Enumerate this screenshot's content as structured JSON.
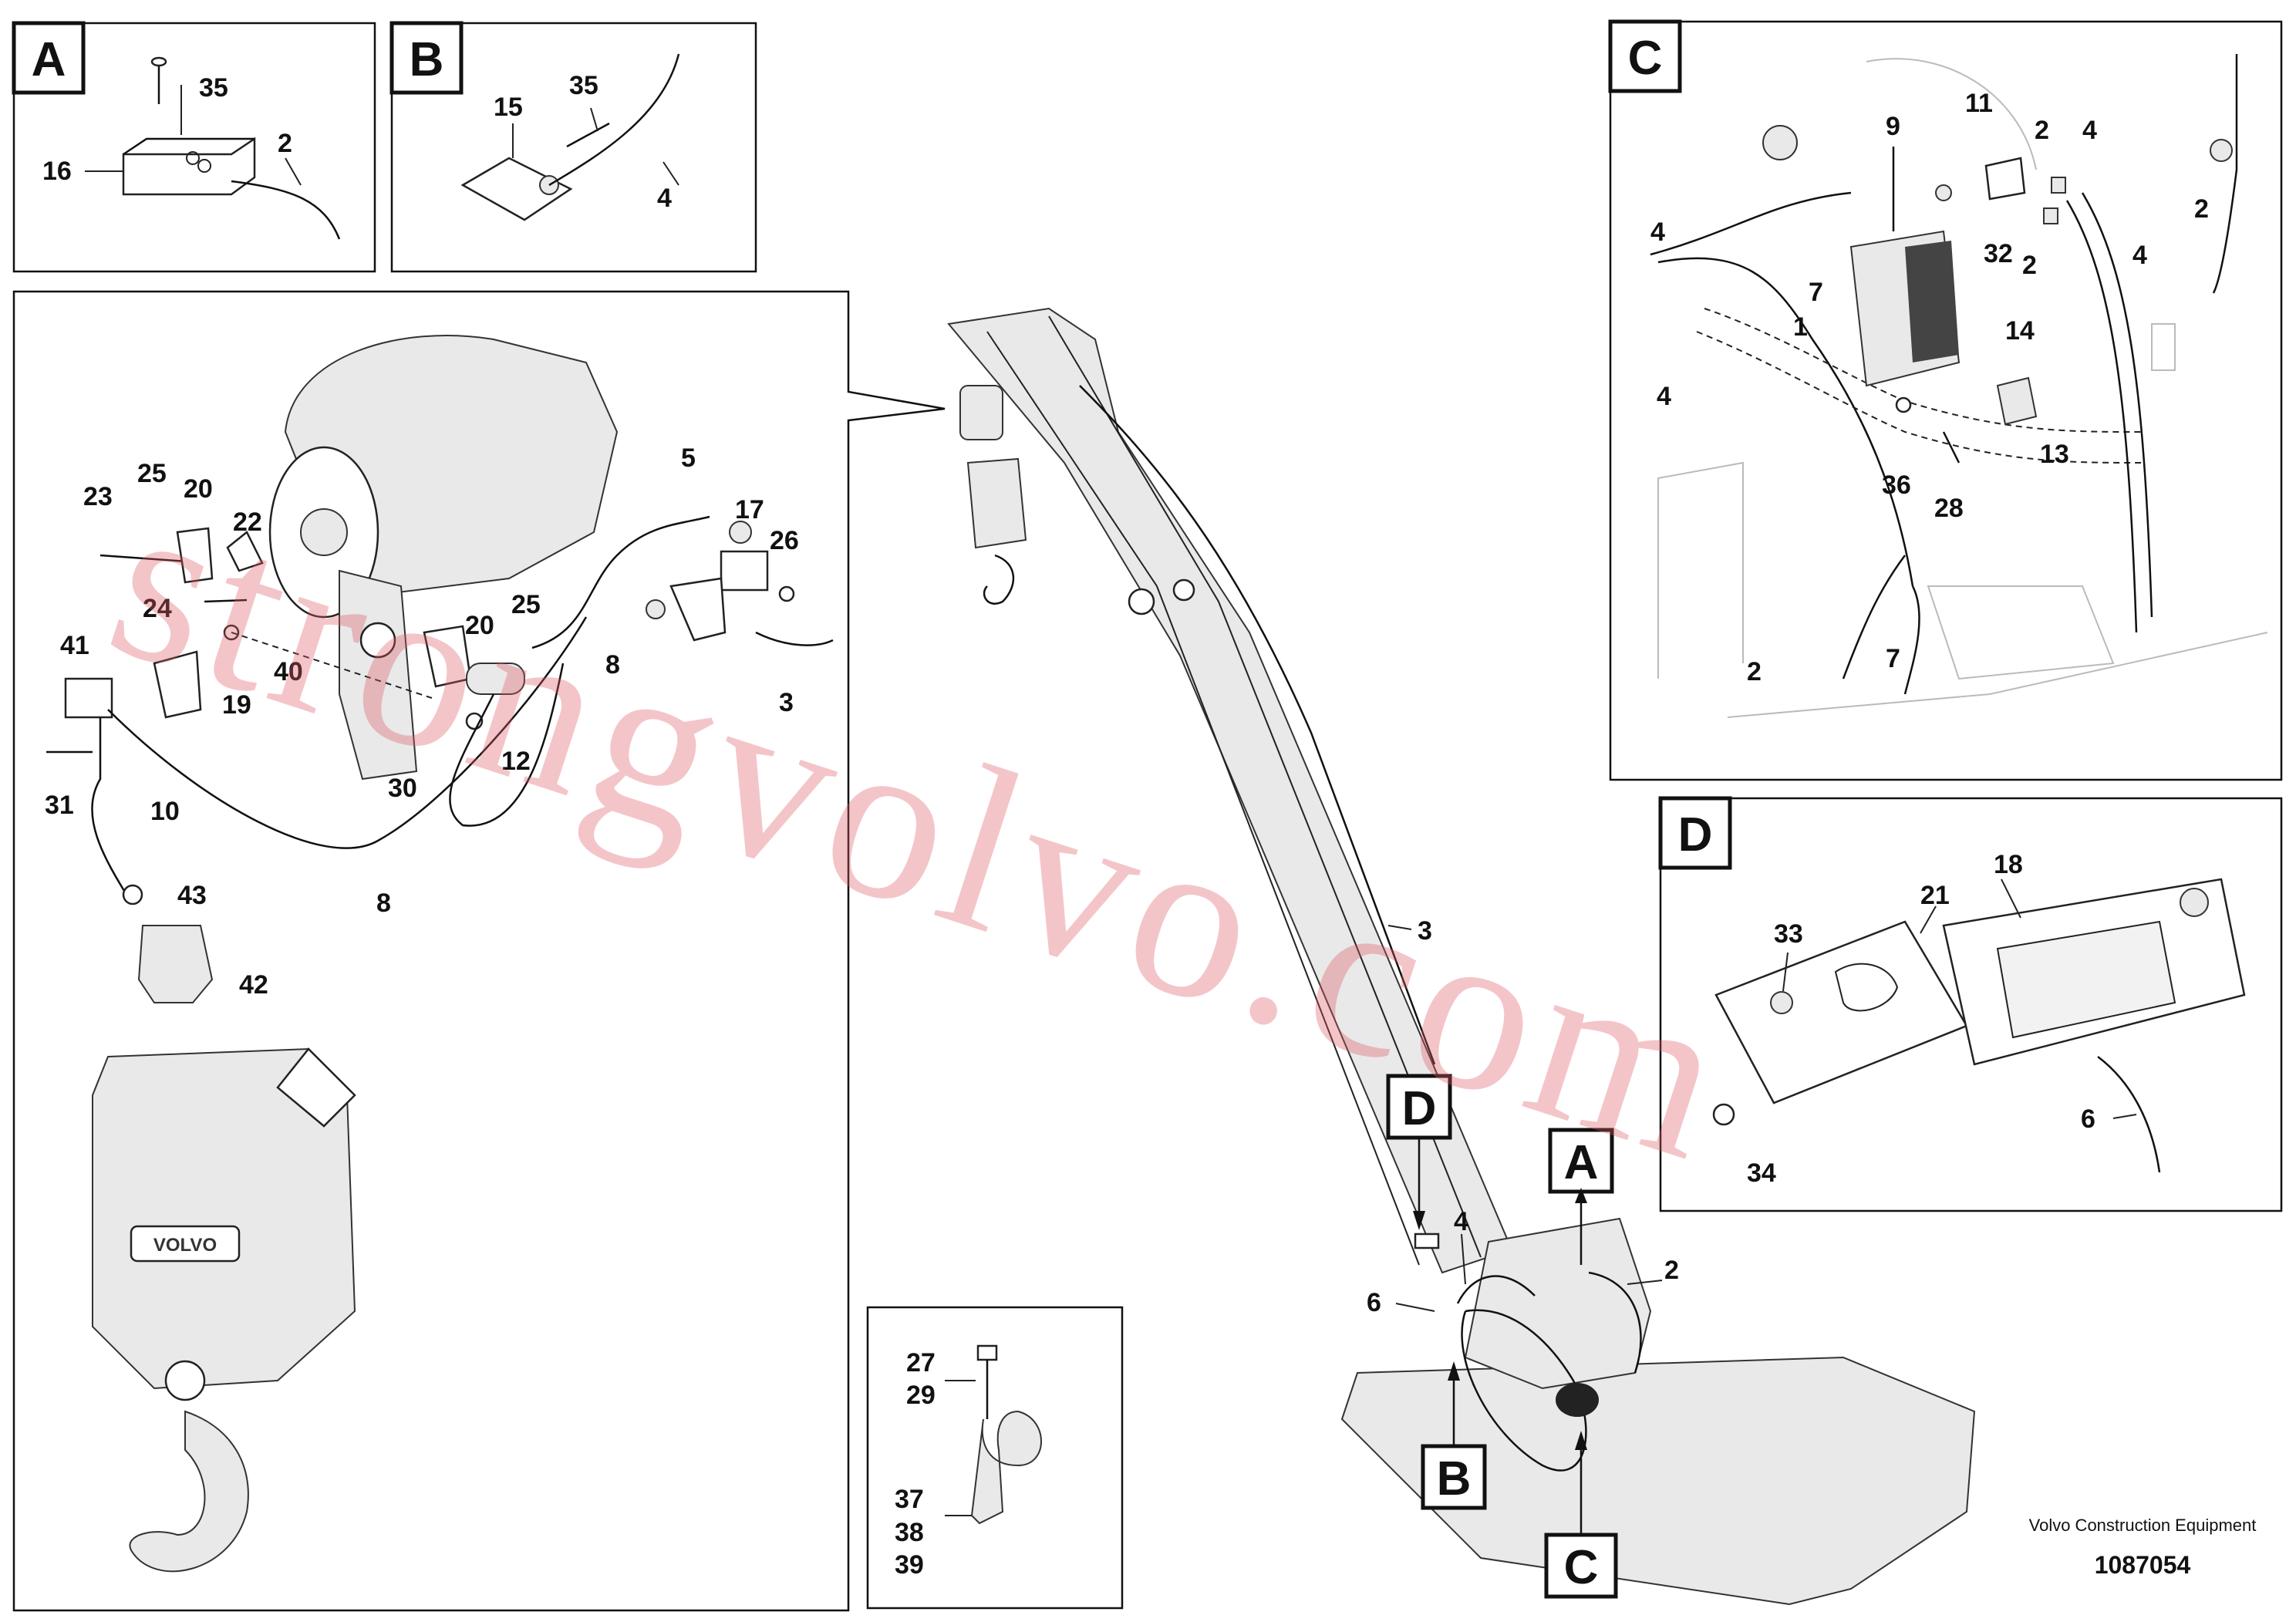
{
  "diagram_id": "1087054",
  "publisher": "Volvo Construction Equipment",
  "watermark": "strongvolvo.com",
  "detail_views": {
    "A": {
      "label": "A",
      "callouts": [
        "35",
        "16",
        "2"
      ]
    },
    "B": {
      "label": "B",
      "callouts": [
        "15",
        "35",
        "4"
      ]
    },
    "C": {
      "label": "C",
      "callouts": [
        "11",
        "9",
        "2",
        "4",
        "32",
        "2",
        "4",
        "4",
        "7",
        "1",
        "14",
        "2",
        "4",
        "36",
        "28",
        "13",
        "2",
        "7"
      ]
    },
    "D": {
      "label": "D",
      "callouts": [
        "18",
        "21",
        "33",
        "6",
        "34"
      ]
    }
  },
  "main_detail_callouts": [
    "25",
    "20",
    "22",
    "23",
    "24",
    "41",
    "19",
    "40",
    "31",
    "10",
    "43",
    "42",
    "5",
    "17",
    "26",
    "25",
    "20",
    "8",
    "3",
    "12",
    "30",
    "8"
  ],
  "clamp_detail_callouts": [
    "27",
    "29",
    "37",
    "38",
    "39"
  ],
  "machine_callouts": [
    "3",
    "4",
    "6",
    "2"
  ],
  "machine_view_markers": [
    "D",
    "A",
    "B",
    "C"
  ],
  "machine_brand": "VOLVO"
}
